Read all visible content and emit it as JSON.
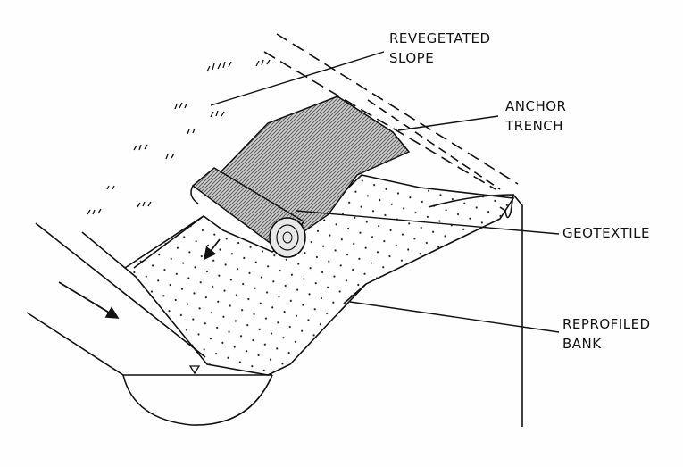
{
  "labels": {
    "revegetated_slope": {
      "line1": "REVEGETATED",
      "line2": "SLOPE"
    },
    "anchor_trench": {
      "line1": "ANCHOR",
      "line2": "TRENCH"
    },
    "geotextile": {
      "line1": "GEOTEXTILE"
    },
    "reprofiled_bank": {
      "line1": "REPROFILED",
      "line2": "BANK"
    }
  }
}
